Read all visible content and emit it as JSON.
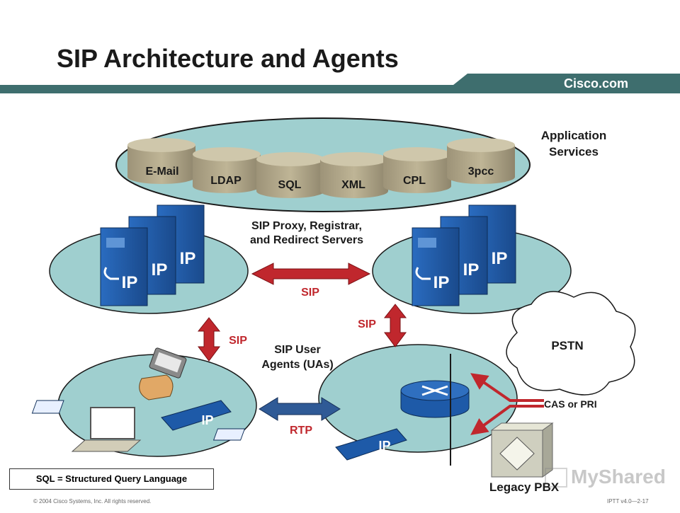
{
  "title": "SIP Architecture and Agents",
  "brand": "Cisco.com",
  "application_services": [
    "Application",
    "Services"
  ],
  "databases": [
    "E-Mail",
    "LDAP",
    "SQL",
    "XML",
    "CPL",
    "3pcc"
  ],
  "proxy_label": [
    "SIP Proxy, Registrar,",
    "and Redirect Servers"
  ],
  "server_badge": "IP",
  "sip_horizontal": "SIP",
  "sip_left": "SIP",
  "sip_right": "SIP",
  "ua_label": [
    "SIP User",
    "Agents (UAs)"
  ],
  "rtp": "RTP",
  "pstn": "PSTN",
  "cas_pri": "CAS or PRI",
  "legacy_pbx": "Legacy PBX",
  "legend": "SQL = Structured Query Language",
  "phone_badge": "IP",
  "copyright": "© 2004 Cisco Systems, Inc. All rights reserved.",
  "course_code": "IPTT v4.0—2-17",
  "watermark": "MyShared",
  "colors": {
    "teal_bar": "#3e6e6e",
    "cloud_fill": "#9fcfcf",
    "db_fill": "#b3a98d",
    "server_blue": "#1e5aa8",
    "arrow_red": "#c0272d",
    "arrow_blue": "#2f5a96"
  }
}
